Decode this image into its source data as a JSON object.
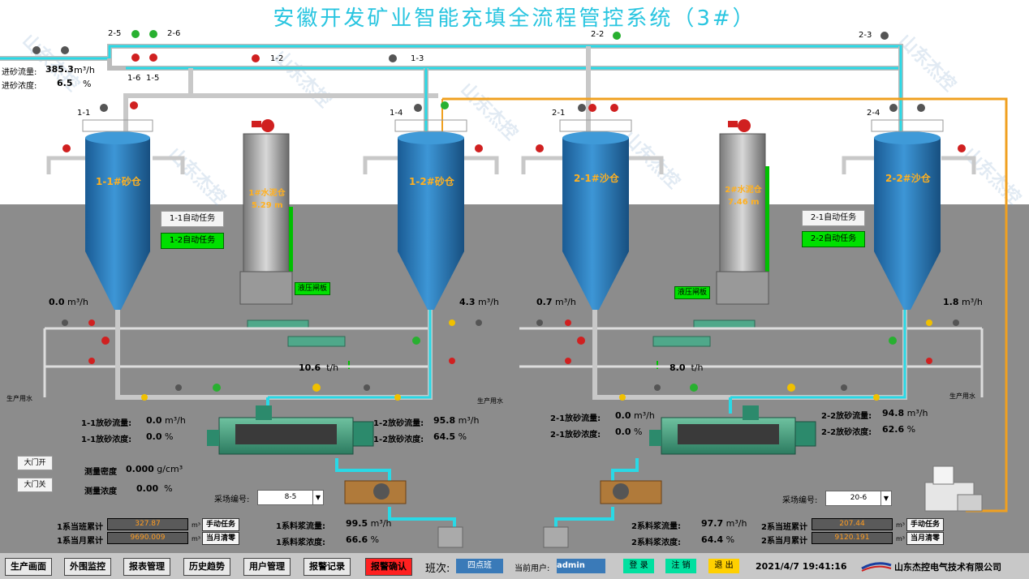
{
  "title": "安徽开发矿业智能充填全流程管控系统（3#）",
  "watermark": "山东杰控",
  "inlet": {
    "flow_label": "进砂流量:",
    "flow_value": "385.3",
    "flow_unit": "m³/h",
    "conc_label": "进砂浓度:",
    "conc_value": "6.5",
    "conc_unit": "%"
  },
  "valves": {
    "v25": "2-5",
    "v26": "2-6",
    "v16": "1-6",
    "v15": "1-5",
    "v12": "1-2",
    "v13": "1-3",
    "v22": "2-2",
    "v23": "2-3",
    "v11": "1-1",
    "v14": "1-4",
    "v21": "2-1",
    "v24": "2-4"
  },
  "silos": {
    "s11": "1-1#砂仓",
    "s12": "1-2#砂仓",
    "s21": "2-1#沙仓",
    "s22": "2-2#沙仓"
  },
  "cement": {
    "c1": {
      "name": "1#水泥仓",
      "level": "5.29",
      "unit": "m"
    },
    "c2": {
      "name": "2#水泥仓",
      "level": "7.46",
      "unit": "m"
    }
  },
  "tasks": {
    "t11": "1-1自动任务",
    "t12": "1-2自动任务",
    "t21": "2-1自动任务",
    "t22": "2-2自动任务"
  },
  "hydraulic_btn": "液压闸板",
  "sand_flows": {
    "f11": "0.0",
    "f12": "4.3",
    "f21": "0.7",
    "f22": "1.8",
    "unit": "m³/h"
  },
  "cement_flows": {
    "c1": "10.6",
    "c2": "8.0",
    "unit": "t/h"
  },
  "water_label": "生产用水",
  "discharge": {
    "d11": {
      "flow_label": "1-1放砂流量:",
      "flow": "0.0",
      "flow_unit": "m³/h",
      "conc_label": "1-1放砂浓度:",
      "conc": "0.0",
      "conc_unit": "%"
    },
    "d12": {
      "flow_label": "1-2放砂流量:",
      "flow": "95.8",
      "flow_unit": "m³/h",
      "conc_label": "1-2放砂浓度:",
      "conc": "64.5",
      "conc_unit": "%"
    },
    "d21": {
      "flow_label": "2-1放砂流量:",
      "flow": "0.0",
      "flow_unit": "m³/h",
      "conc_label": "2-1放砂浓度:",
      "conc": "0.0",
      "conc_unit": "%"
    },
    "d22": {
      "flow_label": "2-2放砂流量:",
      "flow": "94.8",
      "flow_unit": "m³/h",
      "conc_label": "2-2放砂浓度:",
      "conc": "62.6",
      "conc_unit": "%"
    }
  },
  "gate": {
    "open": "大门开",
    "close": "大门关"
  },
  "measure": {
    "density_label": "测量密度",
    "density": "0.000",
    "density_unit": "g/cm³",
    "conc_label": "测量浓度",
    "conc": "0.00",
    "conc_unit": "%"
  },
  "site": {
    "label": "采场编号:",
    "v1": "8-5",
    "v2": "20-6"
  },
  "sys1": {
    "shift_label": "1系当班累计",
    "shift_val": "327.87",
    "month_label": "1系当月累计",
    "month_val": "9690.009",
    "unit": "m³",
    "manual": "手动任务",
    "clear": "当月清零",
    "slurry_flow_label": "1系料浆流量:",
    "slurry_flow": "99.5",
    "slurry_flow_unit": "m³/h",
    "slurry_conc_label": "1系料浆浓度:",
    "slurry_conc": "66.6",
    "slurry_conc_unit": "%"
  },
  "sys2": {
    "shift_label": "2系当班累计",
    "shift_val": "207.44",
    "month_label": "2系当月累计",
    "month_val": "9120.191",
    "unit": "m³",
    "manual": "手动任务",
    "clear": "当月清零",
    "slurry_flow_label": "2系料浆流量:",
    "slurry_flow": "97.7",
    "slurry_flow_unit": "m³/h",
    "slurry_conc_label": "2系料浆浓度:",
    "slurry_conc": "64.4",
    "slurry_conc_unit": "%"
  },
  "nav": {
    "items": [
      "生产画面",
      "外围监控",
      "报表管理",
      "历史趋势",
      "用户管理",
      "报警记录",
      "报警确认"
    ],
    "shift_label": "班次:",
    "shift_value": "四点班",
    "user_label": "当前用户:",
    "user_value": "admin",
    "login": "登 录",
    "logout": "注 销",
    "exit": "退 出",
    "datetime": "2021/4/7 19:41:16",
    "company": "山东杰控电气技术有限公司"
  },
  "colors": {
    "pipe_water": "#29d9e6",
    "pipe_grey": "#c8c8c8",
    "pipe_orange": "#f0a020",
    "silo": "#2f82c2",
    "label": "#ffb020",
    "green": "#00e000",
    "title": "#29c5e0"
  }
}
